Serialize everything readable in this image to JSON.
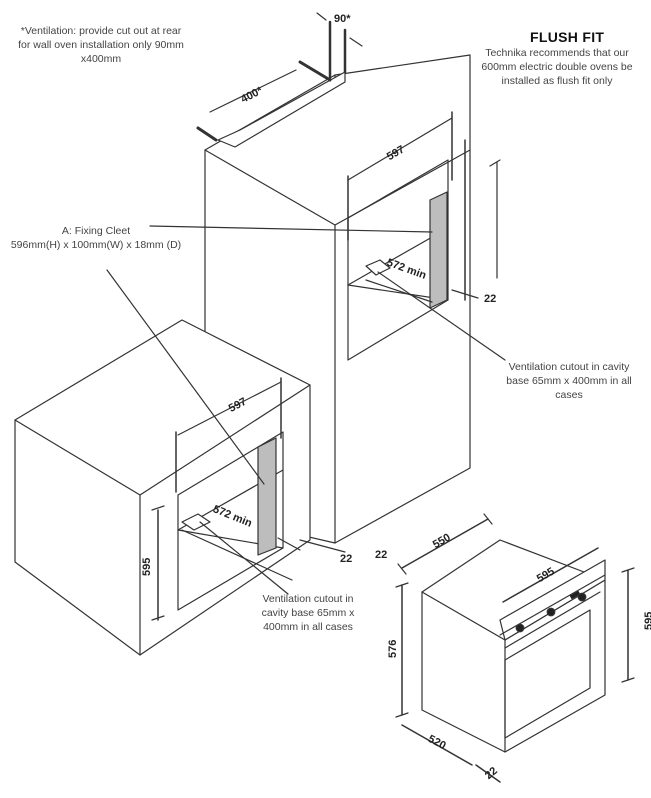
{
  "header": {
    "title": "FLUSH FIT",
    "subtitle_line1": "Technika recommends that our",
    "subtitle_line2": "600mm electric double ovens be",
    "subtitle_line3": "installed as flush fit only"
  },
  "notes": {
    "ventilation_rear_line1": "*Ventilation: provide cut out at rear",
    "ventilation_rear_line2": "for wall oven installation only 90mm",
    "ventilation_rear_line3": "x400mm",
    "fixing_cleat_line1": "A: Fixing Cleet",
    "fixing_cleat_line2": "596mm(H) x 100mm(W) x 18mm (D)",
    "vent_cavity_tall_line1": "Ventilation cutout in cavity",
    "vent_cavity_tall_line2": "base 65mm x 400mm in all",
    "vent_cavity_tall_line3": "cases",
    "vent_cavity_low_line1": "Ventilation cutout in",
    "vent_cavity_low_line2": "cavity base 65mm x",
    "vent_cavity_low_line3": "400mm in all cases"
  },
  "dimensions": {
    "top_vent_depth": "90*",
    "top_vent_width": "400*",
    "tall_width": "597",
    "tall_min_depth": "572 min",
    "tall_gap": "22",
    "low_width": "597",
    "low_min_depth": "572 min",
    "low_height": "595",
    "low_gap": "22",
    "oven_gap_label": "22",
    "oven_depth": "550",
    "oven_front_width": "595",
    "oven_height": "595",
    "oven_body_height": "576",
    "oven_body_depth": "520",
    "oven_fascia": "22"
  },
  "colors": {
    "line": "#333333",
    "cleat_fill": "#bdbdbd"
  }
}
